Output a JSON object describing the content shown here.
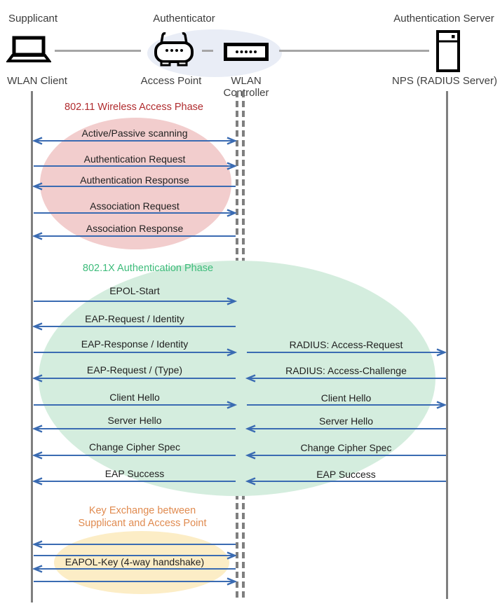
{
  "colors": {
    "arrow": "#3a6bb2",
    "lifeline": "#7f7f7f",
    "connector": "#a6a6a6",
    "text": "#1f1f1f",
    "header_ellipse": "#e9edf6",
    "phase1_title": "#b02b2e",
    "phase1_ellipse": "#f2cdcd",
    "phase2_title": "#3ebc7b",
    "phase2_ellipse": "#d4edde",
    "phase3_title": "#e08b50",
    "phase3_ellipse": "#fcedc6"
  },
  "header": {
    "roles": {
      "supplicant": "Supplicant",
      "authenticator": "Authenticator",
      "auth_server": "Authentication Server"
    },
    "nodes": {
      "wlan_client": "WLAN Client",
      "access_point": "Access Point",
      "wlan_controller": "WLAN Controller",
      "nps": "NPS (RADIUS Server)"
    }
  },
  "phases": {
    "p80211": {
      "title": "802.11 Wireless Access Phase"
    },
    "p8021x": {
      "title": "802.1X Authentication Phase"
    },
    "key_exchange": {
      "title_line1": "Key Exchange between",
      "title_line2": "Supplicant and Access Point"
    }
  },
  "messages": {
    "left": [
      {
        "label": "Active/Passive scanning",
        "direction": "both"
      },
      {
        "label": "Authentication Request",
        "direction": "right"
      },
      {
        "label": "Authentication Response",
        "direction": "left"
      },
      {
        "label": "Association Request",
        "direction": "right"
      },
      {
        "label": "Association Response",
        "direction": "left"
      },
      {
        "label": "EPOL-Start",
        "direction": "right"
      },
      {
        "label": "EAP-Request / Identity",
        "direction": "left"
      },
      {
        "label": "EAP-Response / Identity",
        "direction": "right"
      },
      {
        "label": "EAP-Request / (Type)",
        "direction": "left"
      },
      {
        "label": "Client Hello",
        "direction": "right"
      },
      {
        "label": "Server Hello",
        "direction": "left"
      },
      {
        "label": "Change Cipher Spec",
        "direction": "left"
      },
      {
        "label": "EAP Success",
        "direction": "left"
      },
      {
        "label": "",
        "direction": "left"
      },
      {
        "label": "",
        "direction": "right"
      },
      {
        "label": "EAPOL-Key (4-way handshake)",
        "direction": "left"
      },
      {
        "label": "",
        "direction": "right"
      }
    ],
    "right": [
      {
        "label": "RADIUS: Access-Request",
        "direction": "right"
      },
      {
        "label": "RADIUS: Access-Challenge",
        "direction": "left"
      },
      {
        "label": "Client Hello",
        "direction": "right"
      },
      {
        "label": "Server Hello",
        "direction": "left"
      },
      {
        "label": "Change Cipher Spec",
        "direction": "left"
      },
      {
        "label": "EAP Success",
        "direction": "left"
      }
    ]
  }
}
